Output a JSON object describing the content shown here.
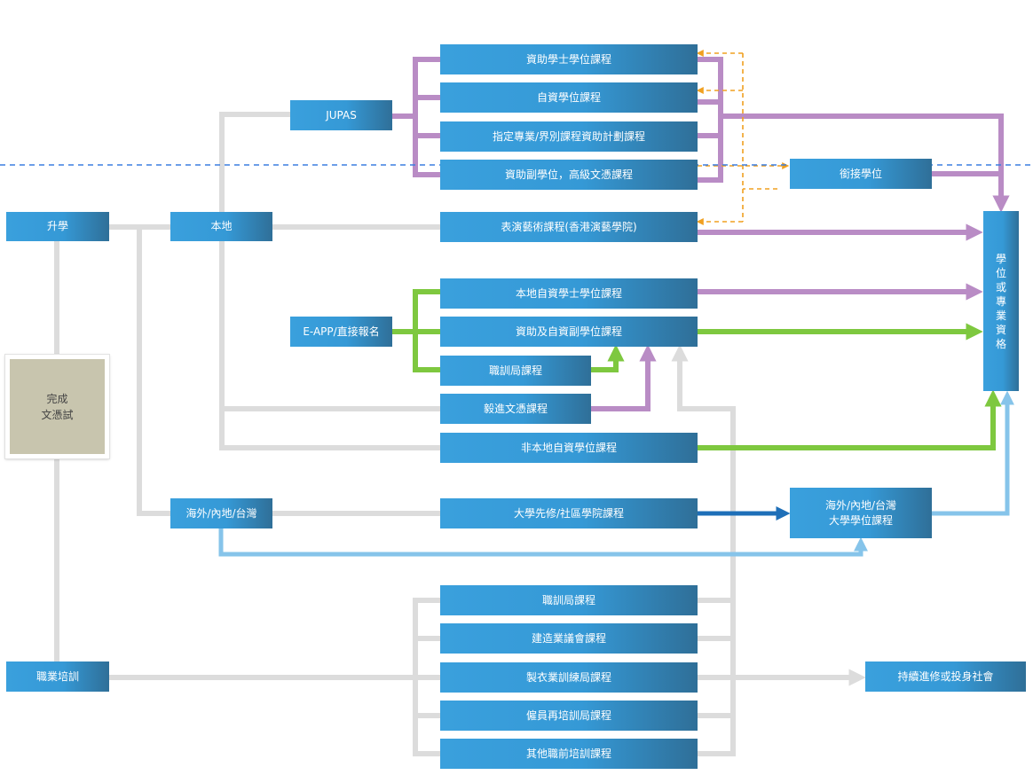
{
  "nodes": {
    "further_study": "升學",
    "local": "本地",
    "overseas": "海外/內地/台灣",
    "vocational_training": "職業培訓",
    "exam_line1": "完成",
    "exam_line2": "文憑試",
    "jupas": "JUPAS",
    "eapp": "E-APP/直接報名",
    "funded_degree": "資助學士學位課程",
    "self_financed_degree": "自資學位課程",
    "ssspd": "指定專業/界別課程資助計劃課程",
    "associate_hd": "資助副學位，高級文憑課程",
    "top_up_degree": "銜接學位",
    "apa": "表演藝術課程(香港演藝學院)",
    "local_sf_degree": "本地自資學士學位課程",
    "funded_sf_sub_degree": "資助及自資副學位課程",
    "vtc_courses": "職訓局課程",
    "yijin": "毅進文憑課程",
    "non_local_sf_degree": "非本地自資學位課程",
    "univ_foundation": "大學先修/社區學院課程",
    "overseas_degree_line1": "海外/內地/台灣",
    "overseas_degree_line2": "大學學位課程",
    "degree_or_qualification": [
      "學",
      "位",
      "或",
      "專",
      "業",
      "資",
      "格"
    ],
    "vtc_courses_2": "職訓局課程",
    "cic_courses": "建造業議會課程",
    "clothing_courses": "製衣業訓練局課程",
    "erb_courses": "僱員再培訓局課程",
    "other_pre_employment": "其他職前培訓課程",
    "continue_or_work": "持續進修或投身社會"
  },
  "colors": {
    "box_gradient_start": "#3aa0dd",
    "box_gradient_end": "#2f6f98",
    "connector_grey": "#dcdcdc",
    "connector_purple": "#b98cc5",
    "connector_green": "#7ec83f",
    "connector_light_blue": "#86c4ea",
    "connector_dark_blue": "#1e6fb8",
    "dashed_orange": "#f0a020",
    "dashed_blue": "#3b7fe0",
    "exam_box": "#c8c5ae"
  }
}
